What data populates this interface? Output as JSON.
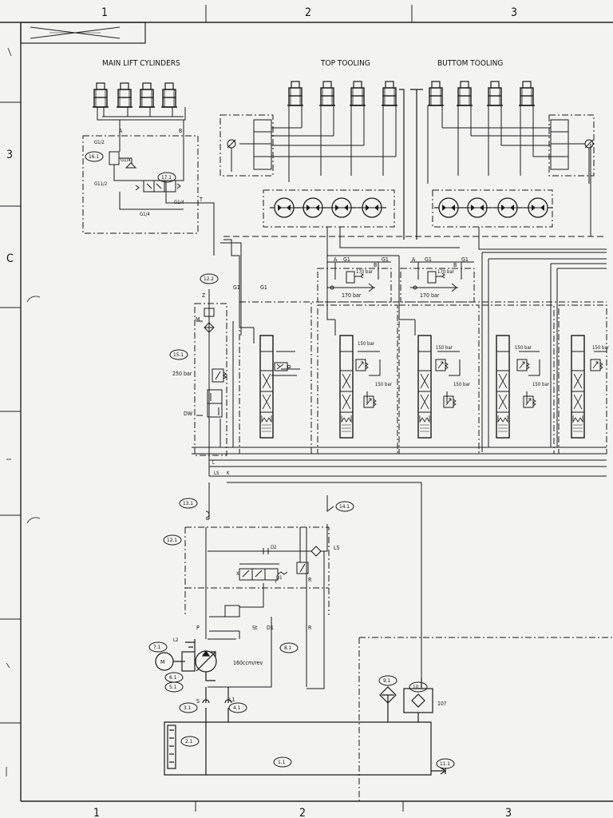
{
  "sheet": {
    "columns_top": [
      "1",
      "2",
      "3"
    ],
    "columns_bottom": [
      "1",
      "2",
      "3"
    ],
    "row_marks": [
      "3",
      "C"
    ]
  },
  "sections": {
    "main_lift": "MAIN LIFT CYLINDERS",
    "top_tooling": "TOP TOOLING",
    "bottom_tooling": "BUTTOM TOOLING"
  },
  "ports": {
    "a1": "A",
    "b1": "B",
    "t": "T",
    "g12": "G1/2",
    "g14": "G1/4",
    "g14b": "G1/4",
    "g14c": "G1/4",
    "g112": "G11/2",
    "a2": "A",
    "b2": "B",
    "a3": "A",
    "b3": "B",
    "g1a": "G1",
    "g1b": "G1",
    "g1c": "G1",
    "g1d": "G1",
    "g1e": "G1",
    "g1f": "G1",
    "z": "Z",
    "m": "M",
    "dw": "DW",
    "l": "L",
    "ls": "LS",
    "ls2": "LS",
    "k": "K",
    "p": "P",
    "st": "St",
    "d1": "D1",
    "r": "R",
    "r2": "R",
    "d2": "D2",
    "l2": "L2",
    "s": "S",
    "l1": "L1",
    "x": "X",
    "y": "Y"
  },
  "pressures": {
    "p170a": "170 bar",
    "p170b": "170 bar",
    "p170c": "170 bar",
    "p170d": "170 bar",
    "p150a": "150 bar",
    "p150b": "150 bar",
    "p150c": "150 bar",
    "p150d": "150 bar",
    "p150e": "150 bar",
    "p150f": "150 bar",
    "p150g": "150 bar",
    "p250": "250 bar"
  },
  "pump": {
    "displacement": "160ccm/rev",
    "motor": "M"
  },
  "tags": {
    "t161": "16.1",
    "t171": "17.1",
    "t122": "12.2",
    "t151": "15.1",
    "t131": "13.1",
    "t141": "14.1",
    "t121": "12.1",
    "t71": "7.1",
    "t61": "6.1",
    "t51": "5.1",
    "t81": "8.1",
    "t31": "3.1",
    "t41": "4.1",
    "t21": "2.1",
    "t11": "1.1",
    "t91": "9.1",
    "t101": "10.1",
    "t111": "11.1",
    "t10q": "10?"
  },
  "colors": {
    "ink": "#1a1a1a",
    "paper": "#f3f3f1"
  }
}
